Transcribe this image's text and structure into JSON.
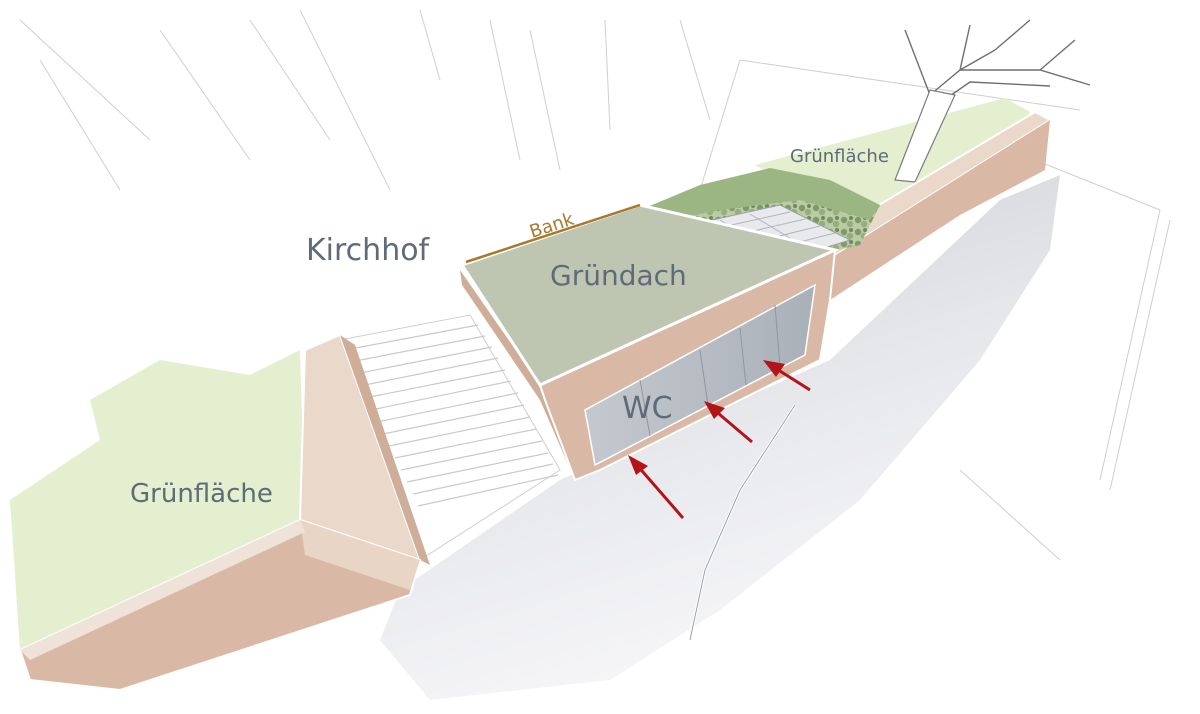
{
  "labels": {
    "kirchhof": "Kirchhof",
    "bank": "Bank",
    "gruendach": "Gründach",
    "wc": "WC",
    "gruenflaeche_left": "Grünfläche",
    "gruenflaeche_right": "Grünfläche"
  },
  "colors": {
    "green_area": "#e3efcf",
    "green_roof": "#bec6b1",
    "wall_face": "#d9b9a5",
    "wall_top": "#ead8cb",
    "glass": "#b8bec6",
    "path": "#e4e5e9",
    "arrow": "#b3141a",
    "bank_line": "#a8782c",
    "hedge": "#8aa572"
  },
  "icons": [
    "entrance-arrow-icon",
    "tree-icon",
    "hedge-icon"
  ]
}
